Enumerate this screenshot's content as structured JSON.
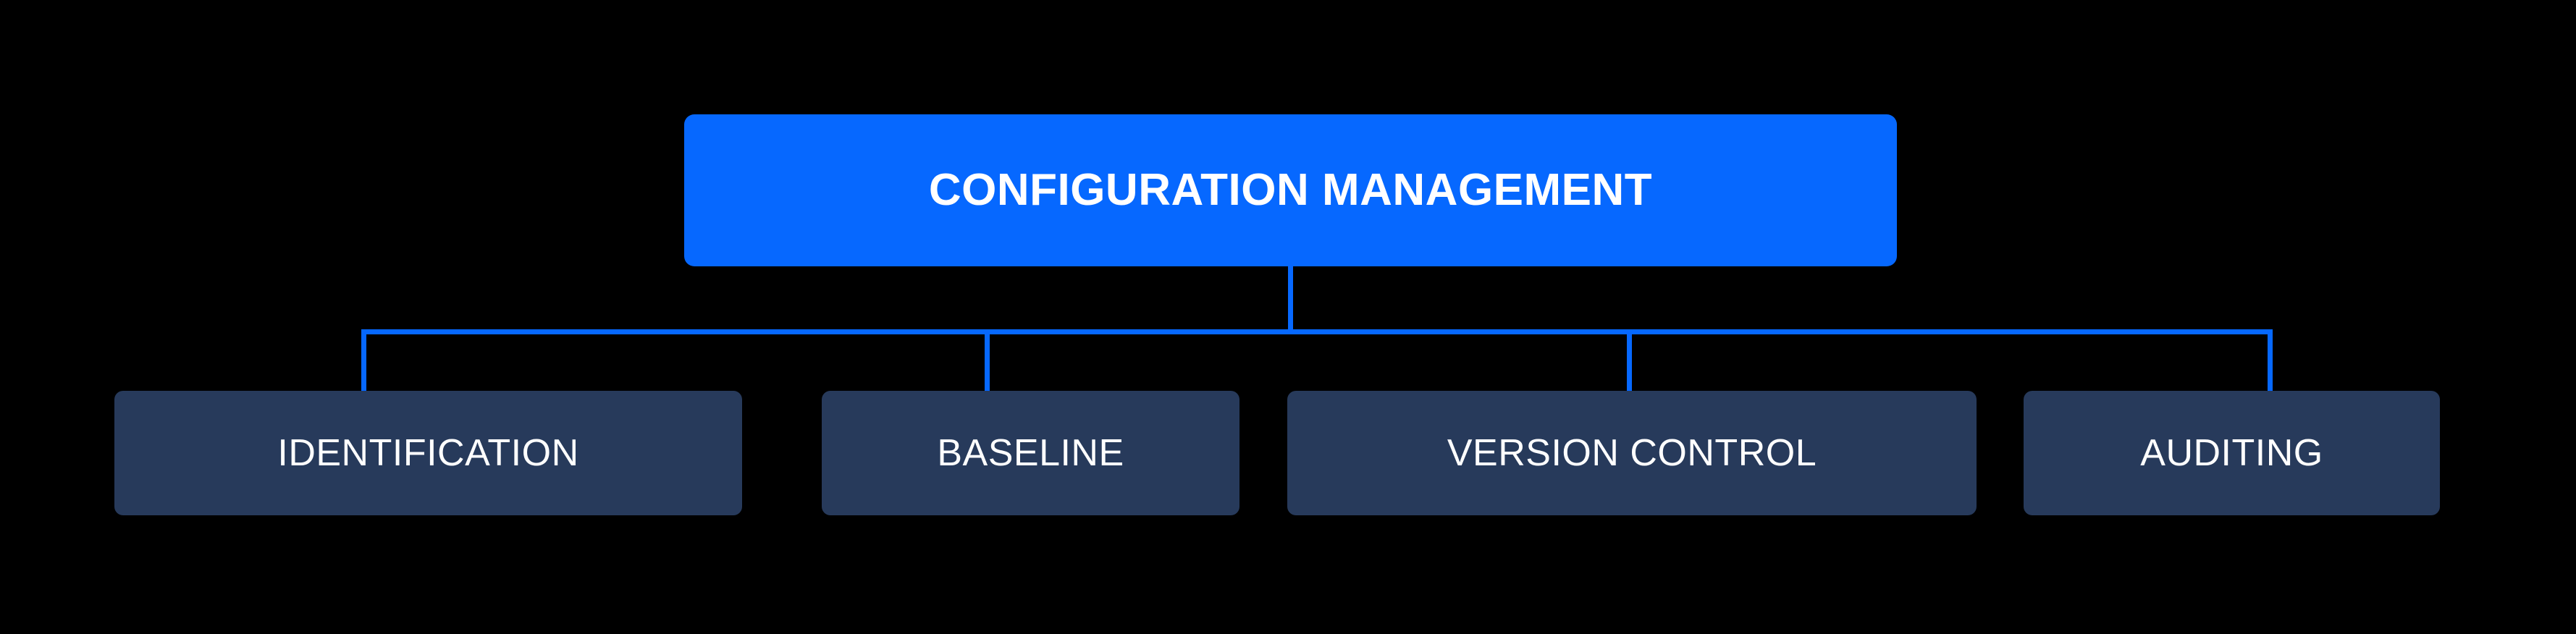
{
  "diagram": {
    "type": "hierarchy-tree",
    "title": "Configuration Management",
    "background_color": "#000000",
    "accent_color": "#0668FF",
    "node_color": "#273A5B",
    "text_color": "#FFFFFF",
    "connector_color": "#0668FF",
    "root": {
      "label": "CONFIGURATION MANAGEMENT",
      "fill": "#0668FF",
      "text_color": "#FFFFFF"
    },
    "children": [
      {
        "label": "IDENTIFICATION",
        "fill": "#273A5B",
        "text_color": "#FFFFFF"
      },
      {
        "label": "BASELINE",
        "fill": "#273A5B",
        "text_color": "#FFFFFF"
      },
      {
        "label": "VERSION CONTROL",
        "fill": "#273A5B",
        "text_color": "#FFFFFF"
      },
      {
        "label": "AUDITING",
        "fill": "#273A5B",
        "text_color": "#FFFFFF"
      }
    ]
  },
  "chart_data": {
    "type": "diagram",
    "title": "CONFIGURATION MANAGEMENT",
    "nodes": [
      {
        "id": "root",
        "label": "CONFIGURATION MANAGEMENT",
        "level": 0,
        "color": "#0668FF"
      },
      {
        "id": "c1",
        "label": "IDENTIFICATION",
        "level": 1,
        "color": "#273A5B"
      },
      {
        "id": "c2",
        "label": "BASELINE",
        "level": 1,
        "color": "#273A5B"
      },
      {
        "id": "c3",
        "label": "VERSION CONTROL",
        "level": 1,
        "color": "#273A5B"
      },
      {
        "id": "c4",
        "label": "AUDITING",
        "level": 1,
        "color": "#273A5B"
      }
    ],
    "edges": [
      {
        "from": "root",
        "to": "c1"
      },
      {
        "from": "root",
        "to": "c2"
      },
      {
        "from": "root",
        "to": "c3"
      },
      {
        "from": "root",
        "to": "c4"
      }
    ]
  }
}
